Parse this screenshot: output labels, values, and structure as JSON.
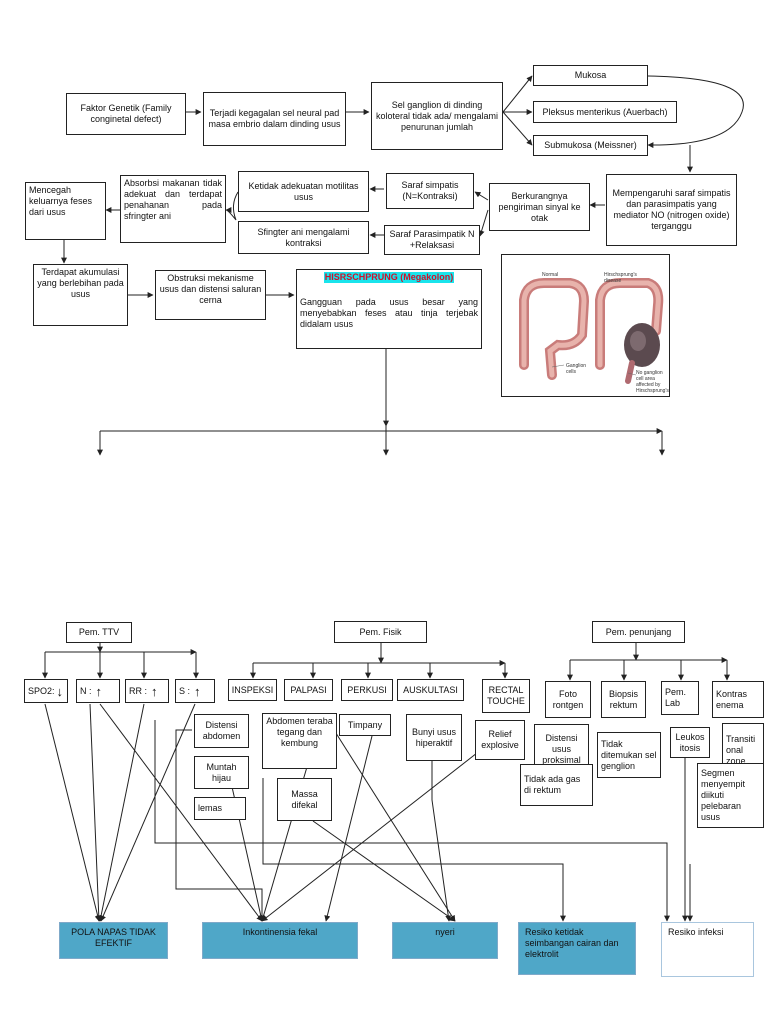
{
  "etiology": {
    "faktor_genetik": "Faktor Genetik (Family conginetal defect)",
    "kegagalan_sel": "Terjadi kegagalan sel neural pad masa embrio dalam dinding usus",
    "sel_ganglion": "Sel ganglion di dinding koloteral tidak ada/ mengalami penurunan jumlah",
    "mukosa": "Mukosa",
    "pleksus": "Pleksus menterikus (Auerbach)",
    "submukosa": "Submukosa (Meissner)",
    "mempengaruhi": "Mempengaruhi saraf simpatis dan parasimpatis yang mediator NO (nitrogen oxide) terganggu",
    "berkurangnya": "Berkurangnya pengiriman sinyal ke otak",
    "saraf_simpatis": "Saraf simpatis (N=Kontraksi)",
    "saraf_parasimpatik": "Saraf Parasimpatik N +Relaksasi",
    "ketidak_adekuatan": "Ketidak adekuatan motilitas usus",
    "sfingter": "Sfingter ani mengalami kontraksi",
    "absorbsi": "Absorbsi makanan tidak adekuat dan terdapat penahanan pada sfringter ani",
    "mencegah": "Mencegah keluarnya feses dari usus",
    "akumulasi": "Terdapat akumulasi yang berlebihan pada usus",
    "obstruksi": "Obstruksi mekanisme usus dan distensi saluran cerna",
    "main_title": "HISRSCHPRUNG (Megakolon)",
    "main_desc": "Gangguan pada usus besar yang menyebabkan feses atau tinja terjebak didalam usus"
  },
  "illustration": {
    "normal": "Normal",
    "disease": "Hirschsprung's disease",
    "ganglion": "Ganglion cells",
    "no_ganglion": "No ganglion cell area affected by Hirschsprung's"
  },
  "exam": {
    "ttv": "Pem. TTV",
    "fisik": "Pem. Fisik",
    "penunjang": "Pem. penunjang",
    "spo2": "SPO2:",
    "n": "N :",
    "rr": "RR :",
    "s": "S :",
    "arrow_down": "↓",
    "arrow_up": "↑",
    "inspeksi": "INSPEKSI",
    "palpasi": "PALPASI",
    "perkusi": "PERKUSI",
    "auskultasi": "AUSKULTASI",
    "rectal_touche": "RECTAL TOUCHE",
    "distensi_abdomen": "Distensi abdomen",
    "muntah_hijau": "Muntah hijau",
    "lemas": "lemas",
    "abdomen_teraba": "Abdomen teraba tegang dan kembung",
    "massa_difekal": "Massa difekal",
    "timpany": "Timpany",
    "bunyi_usus": "Bunyi usus hiperaktif",
    "relief": "Relief explosive",
    "foto_rontgen": "Foto rontgen",
    "distensi_proksimal": "Distensi usus proksimal",
    "tidak_ada_gas": "Tidak ada gas di rektum",
    "biopsis": "Biopsis rektum",
    "tidak_ditemukan": "Tidak ditemukan sel genglion",
    "pem_lab": "Pem. Lab",
    "leukositosis": "Leukos itosis",
    "kontras": "Kontras enema",
    "transitional": "Transiti onal zone",
    "segmen": "Segmen menyempit diikuti pelebaran usus"
  },
  "diagnoses": {
    "pola_napas": "POLA NAPAS TIDAK EFEKTIF",
    "inkontinensia": "Inkontinensia fekal",
    "nyeri": "nyeri",
    "resiko_cairan": "Resiko ketidak seimbangan cairan dan elektrolit",
    "resiko_infeksi": "Resiko infeksi"
  },
  "colors": {
    "diagnosis_fill": "#4fa7c8",
    "highlight_fill": "#19e4ec",
    "highlight_text": "#d0102a"
  }
}
